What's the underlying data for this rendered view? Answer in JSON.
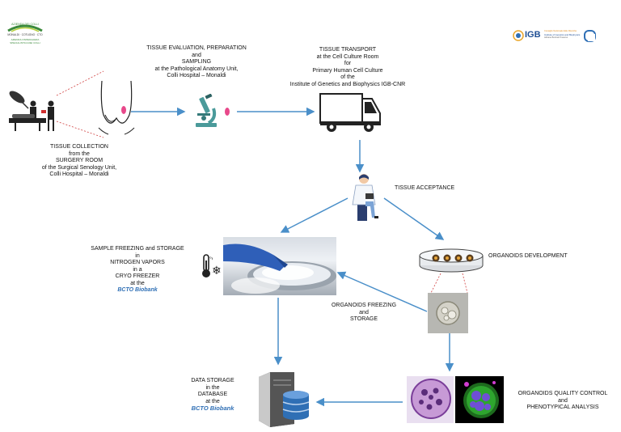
{
  "logos": {
    "hospital": {
      "line1": "AZIENDA DEI COLLI",
      "line2": "MONALDI · COTUGNO · CTO",
      "line3": "AZIENDA OSPEDALIERA",
      "line4": "SPECIALISTICA DEI COLLI"
    },
    "igb": {
      "mark": "IGB",
      "line1": "Consiglio Nazionale delle Ricerche",
      "line2": "Institute of Genetics and Biophysics",
      "line3": "Adriano Buzzati-Traverso"
    }
  },
  "steps": {
    "collection": [
      "TISSUE COLLECTION",
      "from the",
      "SURGERY ROOM",
      "of the Surgical Senology Unit,",
      "Colli Hospital – Monaldi"
    ],
    "evaluation": [
      "TISSUE EVALUATION, PREPARATION",
      "and",
      "SAMPLING",
      "at the Pathological Anatomy Unit,",
      "Colli Hospital – Monaldi"
    ],
    "transport": [
      "TISSUE TRANSPORT",
      "at the Cell Culture Room",
      "for",
      "Primary Human Cell Culture",
      "of the",
      "Institute of Genetics and Biophysics IGB-CNR"
    ],
    "acceptance": "TISSUE ACCEPTANCE",
    "freezing": [
      "SAMPLE FREEZING and STORAGE",
      "in",
      "NITROGEN VAPORS",
      "in a",
      "CRYO FREEZER",
      "at the"
    ],
    "freezing_bcto": "BCTO Biobank",
    "organoids_dev": "ORGANOIDS DEVELOPMENT",
    "organoids_freezing": [
      "ORGANOIDS FREEZING",
      "and",
      "STORAGE"
    ],
    "data_storage": [
      "DATA STORAGE",
      "in the",
      "DATABASE",
      "at the"
    ],
    "data_storage_bcto": "BCTO Biobank",
    "quality": [
      "ORGANOIDS QUALITY CONTROL",
      "and",
      "PHENOTYPICAL ANALYSIS"
    ]
  },
  "icons": [
    "surgery-icon",
    "breast-icon",
    "microscope-icon",
    "van-icon",
    "scientist-icon",
    "thermometer-icon",
    "snowflake-icon",
    "petri-dish-icon",
    "cryo-photo",
    "organoid-photo",
    "histology-photo",
    "fluorescence-photo",
    "server-database-icon"
  ],
  "colors": {
    "arrow": "#4a8fc9",
    "bcto": "#2f6fb5",
    "pink": "#e8488a",
    "teal": "#4a9a9a"
  }
}
